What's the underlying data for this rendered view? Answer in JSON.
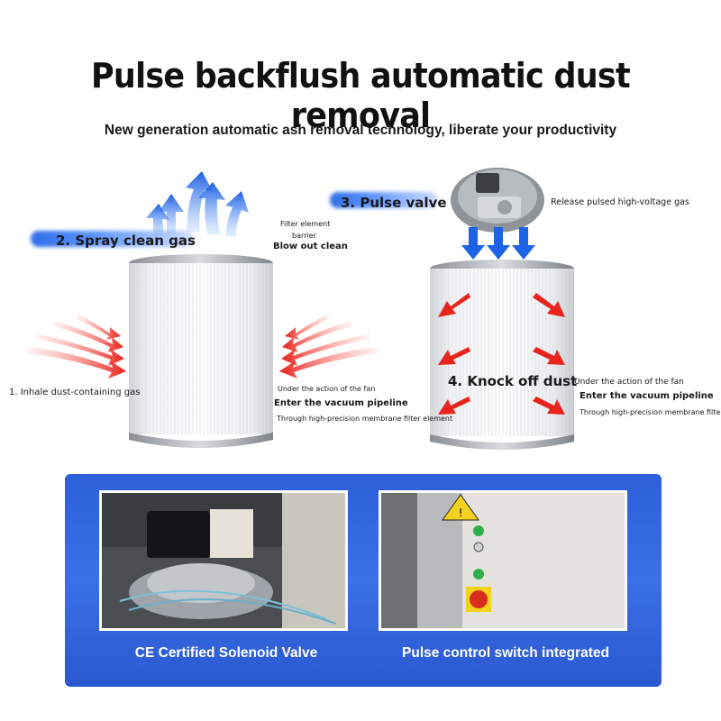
{
  "header": {
    "title": "Pulse backflush automatic dust removal",
    "subtitle": "New generation automatic ash removal technology, liberate your productivity"
  },
  "left_diagram": {
    "step_spray": "2. Spray clean gas",
    "step_inhale": "1. Inhale dust-containing gas",
    "barrier_line1": "Filter element",
    "barrier_line2": "barrier",
    "blow_out": "Blow out clean",
    "fan_line": "Under the action of the fan",
    "vacuum_line": "Enter the vacuum pipeline",
    "membrane_line": "Through high-precision membrane filter element"
  },
  "right_diagram": {
    "step_pulse": "3. Pulse valve",
    "release": "Release pulsed high-voltage gas",
    "step_knock": "4. Knock off dust",
    "fan_line": "Under the action of the fan",
    "vacuum_line": "Enter the vacuum pipeline",
    "membrane_line": "Through high-precision membrane filter element"
  },
  "features": [
    {
      "caption": "CE Certified Solenoid Valve"
    },
    {
      "caption": "Pulse control switch integrated"
    }
  ],
  "colors": {
    "accent_blue": "#2f6ee8",
    "arrow_red": "#e8231c",
    "panel_blue": "#3366e0"
  }
}
